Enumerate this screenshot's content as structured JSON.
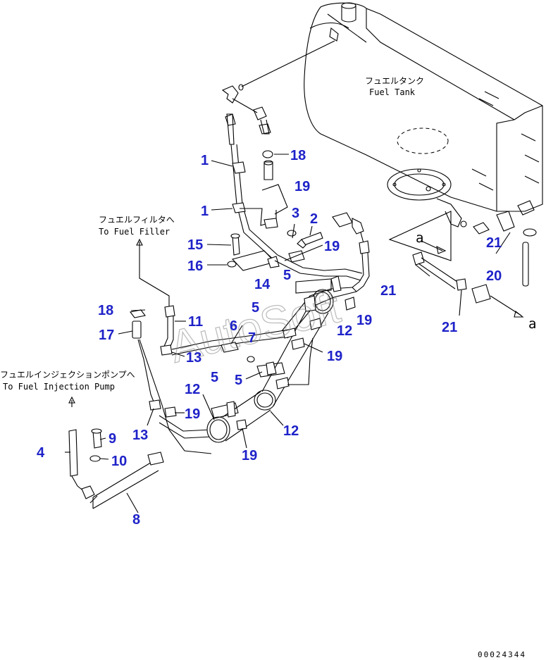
{
  "annotations": {
    "fuel_tank_jp": "フュエルタンク",
    "fuel_tank_en": "Fuel Tank",
    "fuel_filler_jp": "フュエルフィルタへ",
    "fuel_filler_en": "To Fuel Filler",
    "injection_pump_jp": "フュエルインジェクションポンプへ",
    "injection_pump_en": "To Fuel Injection Pump",
    "view_marker_1": "a",
    "view_marker_2": "a"
  },
  "watermark": "AutoSoft",
  "document_number": "00024344",
  "callouts": [
    {
      "label": "1"
    },
    {
      "label": "1"
    },
    {
      "label": "18"
    },
    {
      "label": "19"
    },
    {
      "label": "3"
    },
    {
      "label": "2"
    },
    {
      "label": "15"
    },
    {
      "label": "19"
    },
    {
      "label": "16"
    },
    {
      "label": "14"
    },
    {
      "label": "5"
    },
    {
      "label": "21"
    },
    {
      "label": "20"
    },
    {
      "label": "21"
    },
    {
      "label": "21"
    },
    {
      "label": "18"
    },
    {
      "label": "11"
    },
    {
      "label": "17"
    },
    {
      "label": "6"
    },
    {
      "label": "5"
    },
    {
      "label": "7"
    },
    {
      "label": "12"
    },
    {
      "label": "19"
    },
    {
      "label": "13"
    },
    {
      "label": "19"
    },
    {
      "label": "5"
    },
    {
      "label": "5"
    },
    {
      "label": "12"
    },
    {
      "label": "19"
    },
    {
      "label": "12"
    },
    {
      "label": "13"
    },
    {
      "label": "19"
    },
    {
      "label": "9"
    },
    {
      "label": "4"
    },
    {
      "label": "10"
    },
    {
      "label": "8"
    }
  ]
}
